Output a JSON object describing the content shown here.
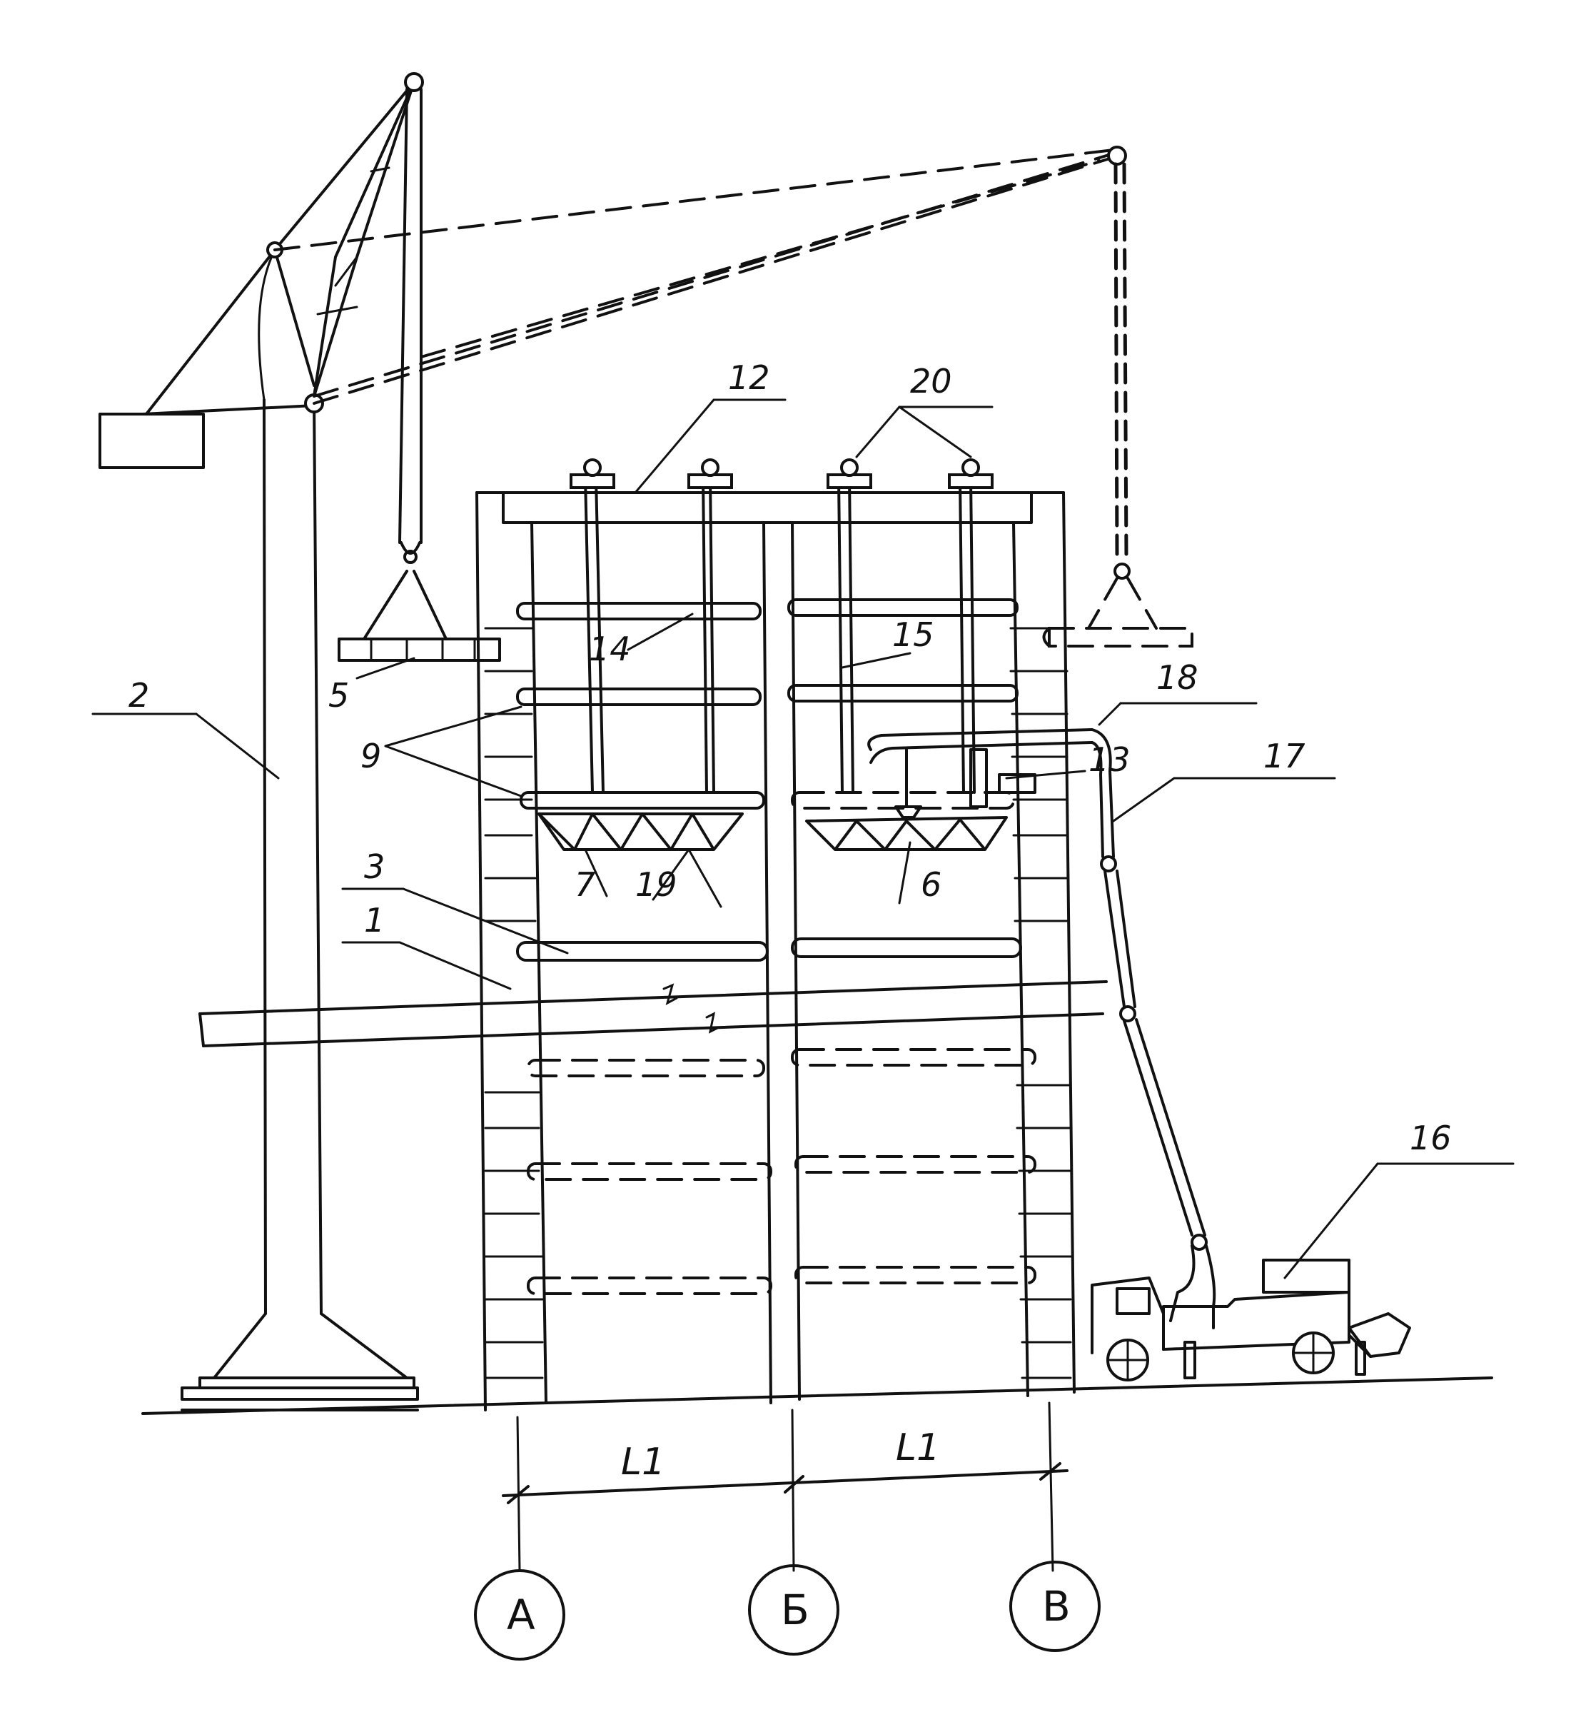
{
  "labels": {
    "l1": "1",
    "l2": "2",
    "l3": "3",
    "l5": "5",
    "l6": "6",
    "l7": "7",
    "l9": "9",
    "l12": "12",
    "l13": "13",
    "l14": "14",
    "l15": "15",
    "l16": "16",
    "l17": "17",
    "l18": "18",
    "l19": "19",
    "l20": "20"
  },
  "dimensions": {
    "span_left": "L1",
    "span_right": "L1"
  },
  "axes": {
    "a": "А",
    "b": "Б",
    "v": "В"
  }
}
